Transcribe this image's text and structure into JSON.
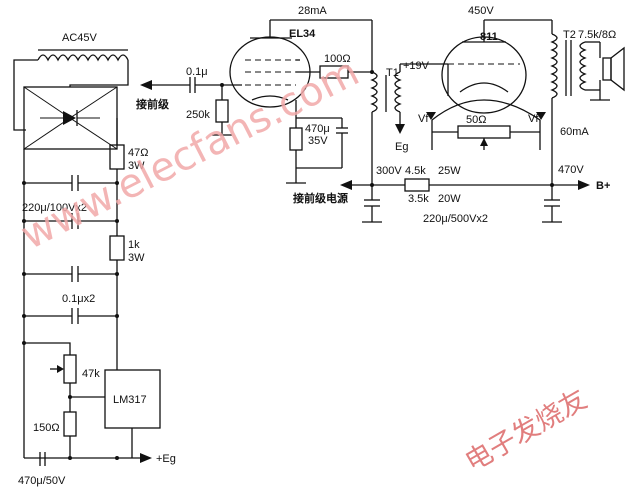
{
  "labels": {
    "ac45v": "AC45V",
    "cap_470_3w": "47Ω",
    "res_3w_a": "3W",
    "cap_220_100": "220μ/100Vx2",
    "res_1k": "1k",
    "res_3w_b": "3W",
    "cap_01x2": "0.1μx2",
    "pot_47k": "47k",
    "lm317": "LM317",
    "res_150": "150Ω",
    "cap_470_50": "470μ/50V",
    "eg_plus": "+Eg",
    "cap_01": "0.1μ",
    "front_stage": "接前级",
    "res_250k": "250k",
    "current_28ma": "28mA",
    "tube_el34": "EL34",
    "res_100": "100Ω",
    "t1": "T1",
    "plus19v": "+19V",
    "cap_470_35_a": "470μ",
    "cap_470_35_b": "35V",
    "eg": "Eg",
    "v_450": "450V",
    "tube_811": "811",
    "vf_left": "Vf",
    "vf_right": "Vf",
    "res_50": "50Ω",
    "t2": "T2",
    "t2_spec": "7.5k/8Ω",
    "current_60ma": "60mA",
    "v_300": "300V",
    "res_45k": "4.5k",
    "w25": "25W",
    "v_470": "470V",
    "bplus": "B+",
    "front_supply": "接前级电源",
    "res_35k": "3.5k",
    "w20": "20W",
    "cap_220_500": "220μ/500Vx2",
    "watermark": "www.elecfans.com",
    "brand": "电子发烧友"
  }
}
